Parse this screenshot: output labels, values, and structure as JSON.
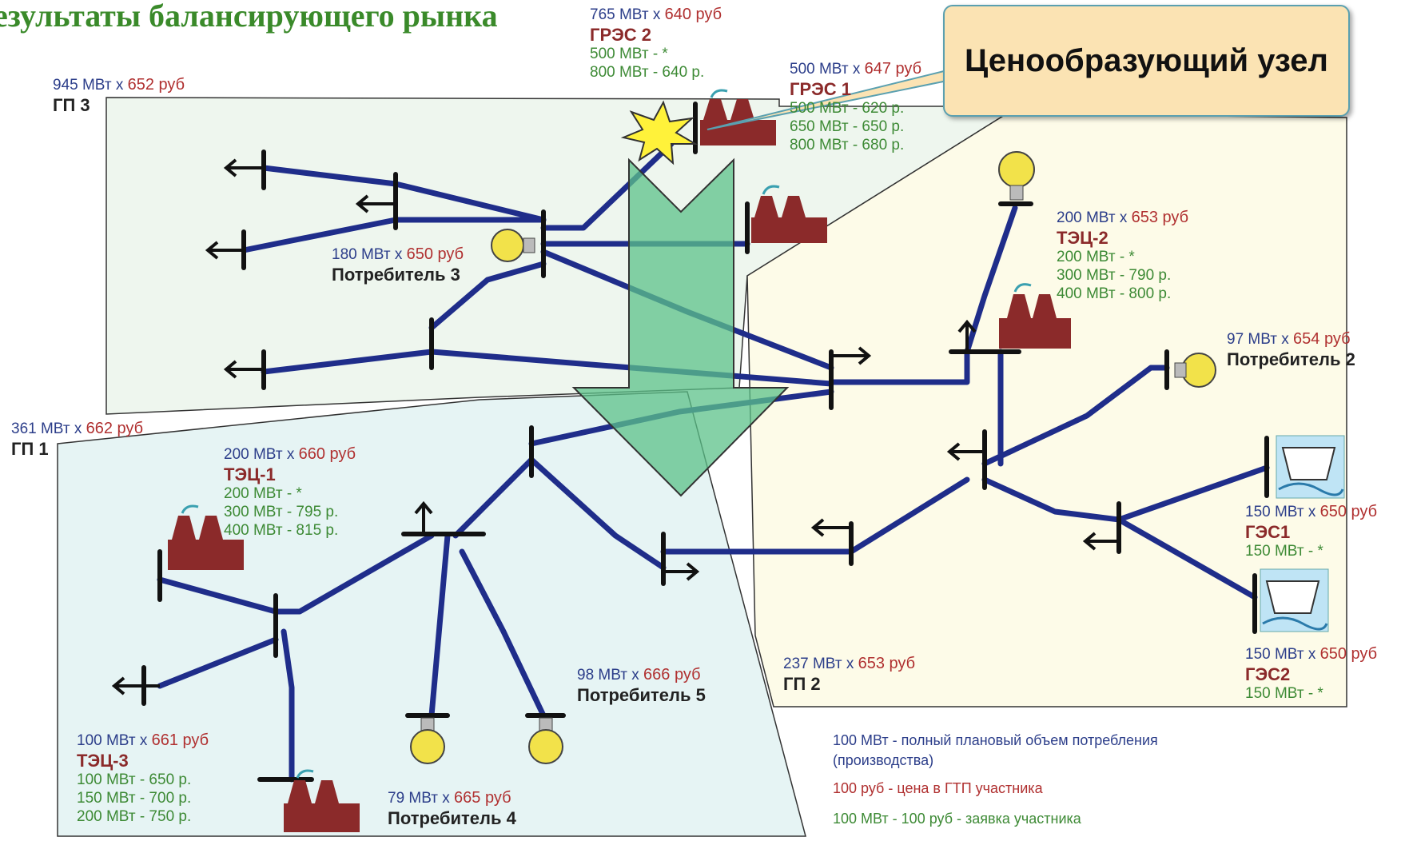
{
  "title": "езультаты балансирующего рынка",
  "callout": "Ценообразующий узел",
  "units": {
    "mw": "МВт",
    "x": "x"
  },
  "nodes": [
    {
      "id": "gres2",
      "qty": "765",
      "price": "640 руб",
      "name": "ГРЭС 2",
      "bids": [
        "500 МВт - *",
        "800 МВт - 640 р."
      ]
    },
    {
      "id": "gres1",
      "qty": "500",
      "price": "647 руб",
      "name": "ГРЭС 1",
      "bids": [
        "500 МВт - 620 р.",
        "650 МВт - 650 р.",
        "800 МВт - 680 р."
      ]
    },
    {
      "id": "gp3",
      "qty": "945",
      "price": "652 руб",
      "name": "ГП 3",
      "bids": []
    },
    {
      "id": "cons3",
      "qty": "180",
      "price": "650 руб",
      "name": "Потребитель 3",
      "bids": []
    },
    {
      "id": "tec2",
      "qty": "200",
      "price": "653 руб",
      "name": "ТЭЦ-2",
      "bids": [
        "200 МВт - *",
        "300 МВт - 790 р.",
        "400 МВт - 800 р."
      ]
    },
    {
      "id": "cons2",
      "qty": "97",
      "price": "654 руб",
      "name": "Потребитель 2",
      "bids": []
    },
    {
      "id": "gp1",
      "qty": "361",
      "price": "662 руб",
      "name": "ГП 1",
      "bids": []
    },
    {
      "id": "tec1",
      "qty": "200",
      "price": "660 руб",
      "name": "ТЭЦ-1",
      "bids": [
        "200 МВт - *",
        "300 МВт - 795 р.",
        "400 МВт - 815 р."
      ]
    },
    {
      "id": "ges1",
      "qty": "150",
      "price": "650 руб",
      "name": "ГЭС1",
      "bids": [
        "150 МВт - *"
      ]
    },
    {
      "id": "ges2",
      "qty": "150",
      "price": "650 руб",
      "name": "ГЭС2",
      "bids": [
        "150 МВт - *"
      ]
    },
    {
      "id": "gp2",
      "qty": "237",
      "price": "653 руб",
      "name": "ГП 2",
      "bids": []
    },
    {
      "id": "cons5",
      "qty": "98",
      "price": "666 руб",
      "name": "Потребитель 5",
      "bids": []
    },
    {
      "id": "tec3",
      "qty": "100",
      "price": "661 руб",
      "name": "ТЭЦ-3",
      "bids": [
        "100 МВт - 650 р.",
        "150 МВт - 700 р.",
        "200 МВт - 750 р."
      ]
    },
    {
      "id": "cons4",
      "qty": "79",
      "price": "665 руб",
      "name": "Потребитель 4",
      "bids": []
    }
  ],
  "legend": {
    "line1": "100 МВт - полный плановый объем потребления",
    "line1b": "(производства)",
    "line2": "100 руб - цена в ГТП участника",
    "line3": "100 МВт - 100 руб - заявка участника"
  },
  "colors": {
    "line": "#1f2d8a",
    "zone_gp3": "#eef6ee",
    "zone_gp1": "#e6f4f4",
    "zone_gp2": "#fdfbe8",
    "arrow": "#5cc28a",
    "title": "#3a8a2a",
    "qty": "#2c3e8a",
    "price": "#b03030",
    "bid": "#3d8a35"
  }
}
